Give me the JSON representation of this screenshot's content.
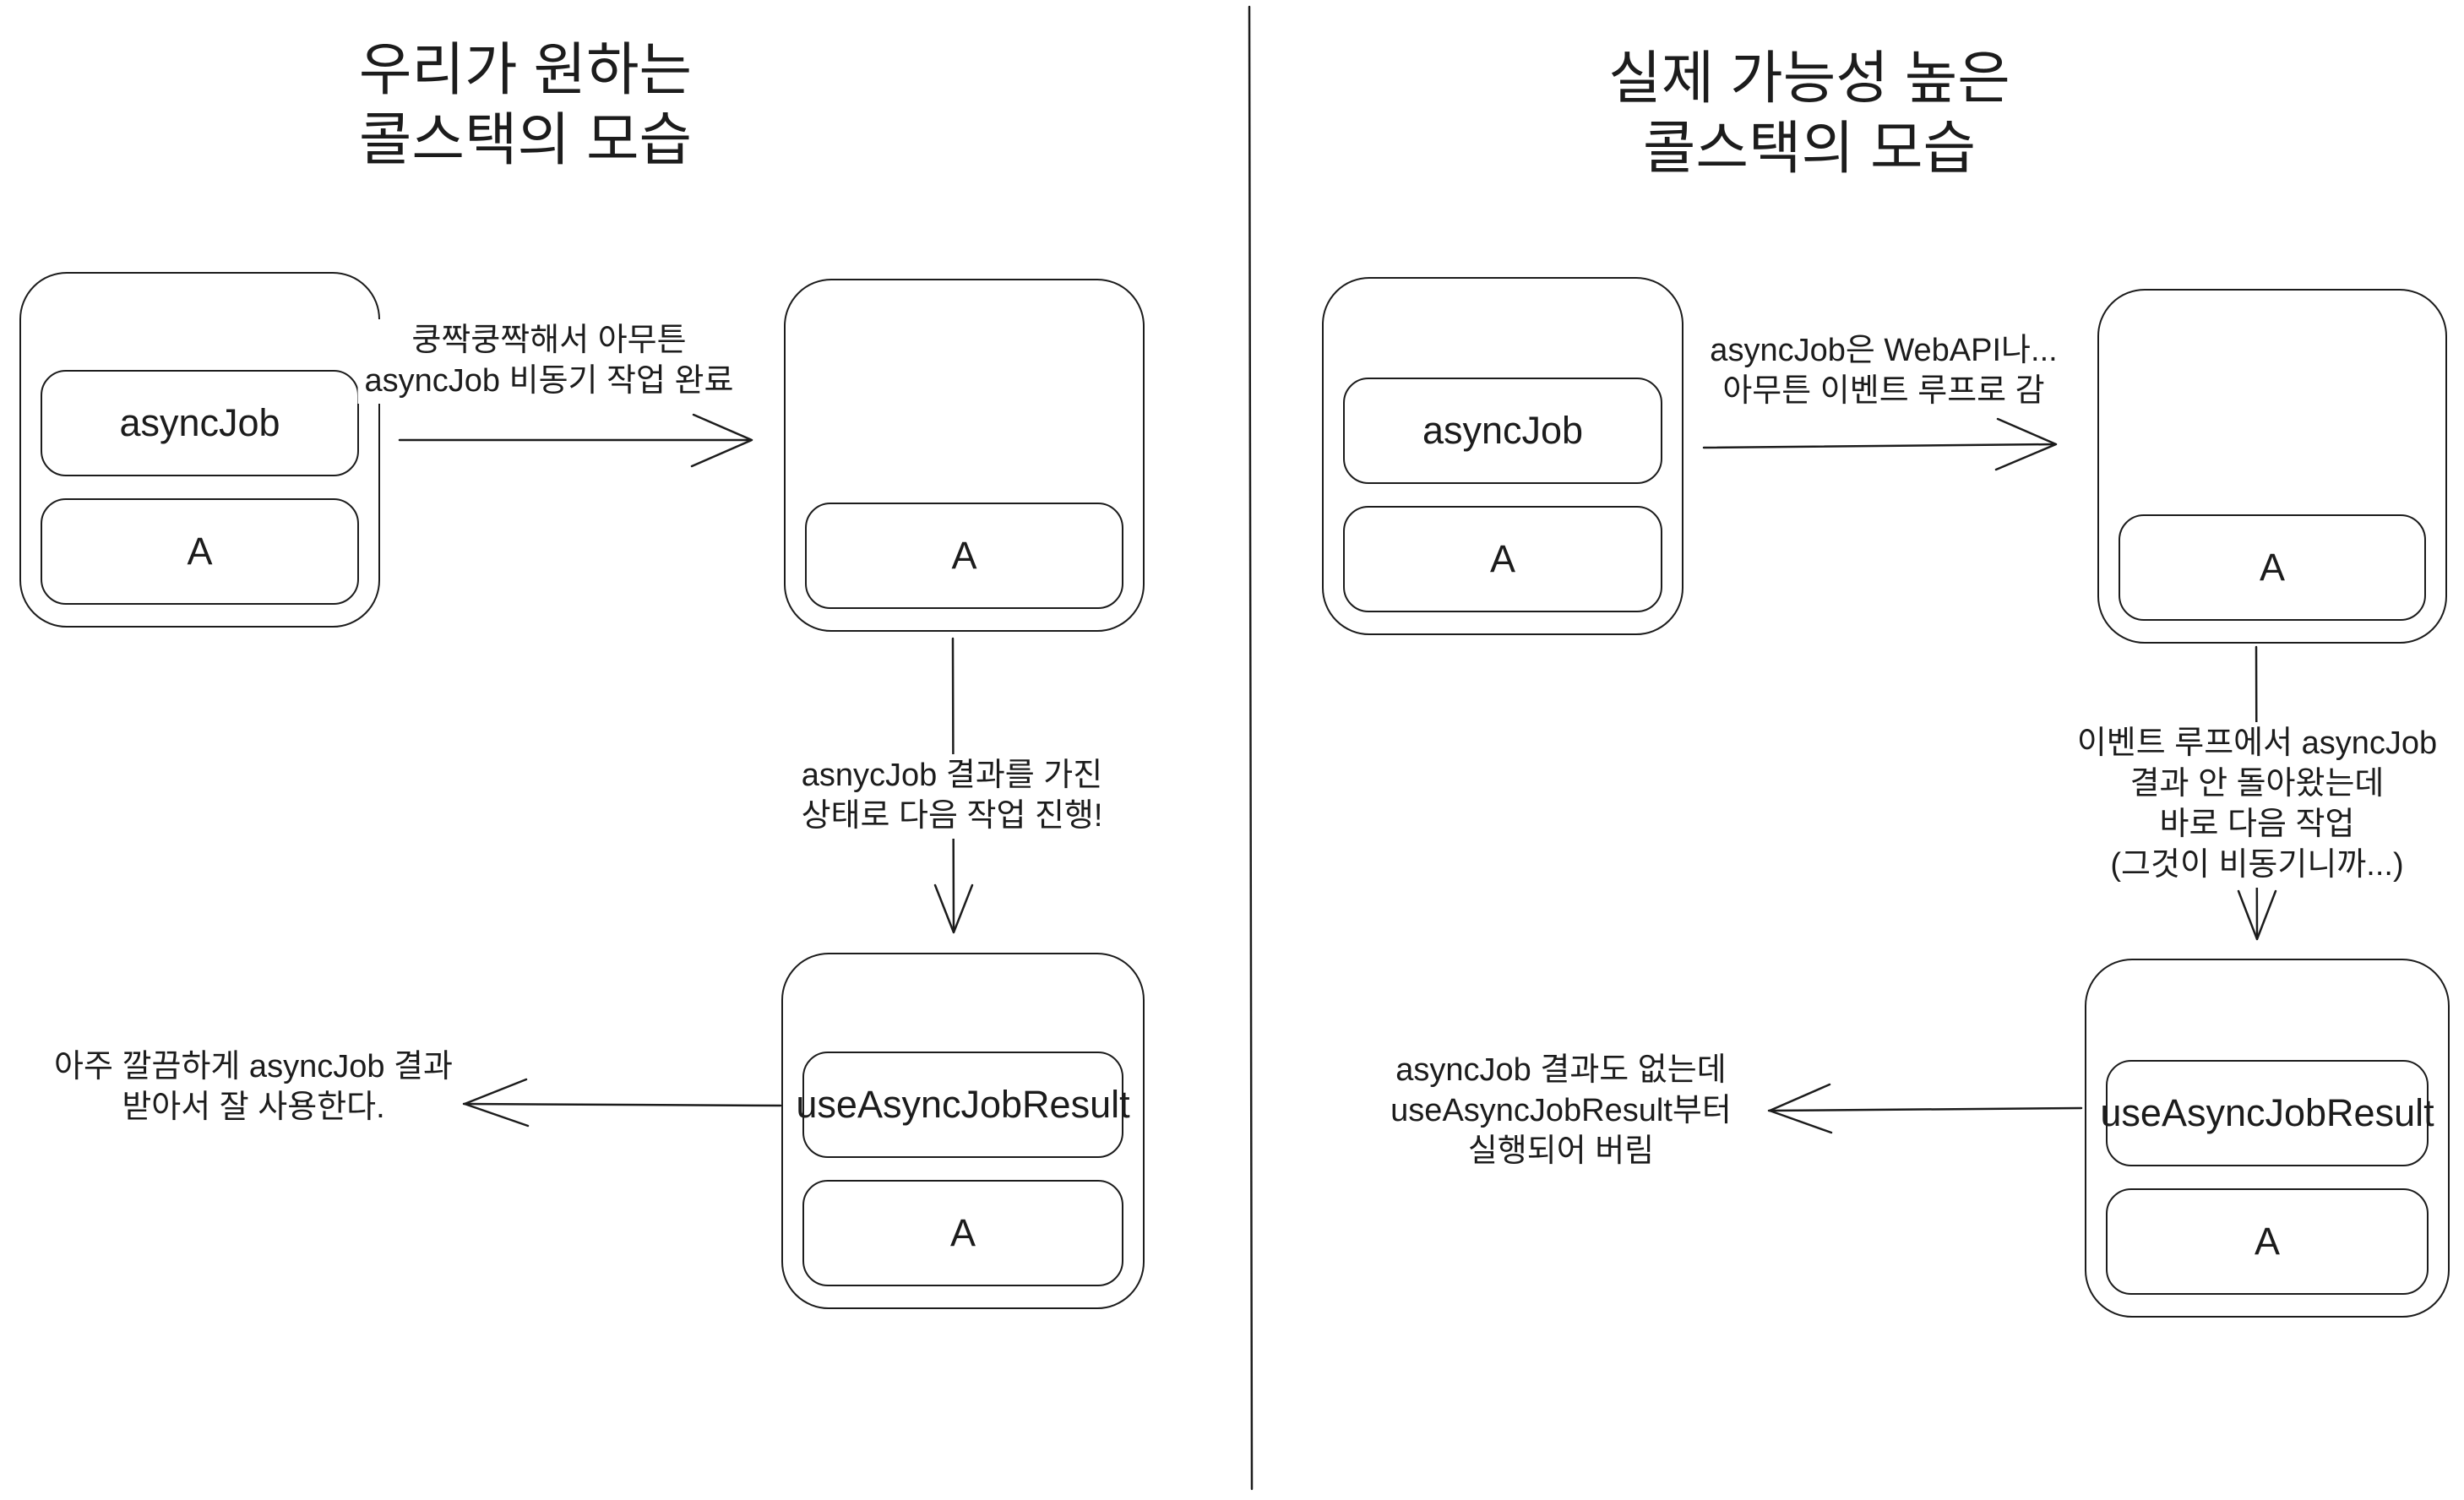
{
  "colors": {
    "ink": "#1c1c1c",
    "background": "#ffffff"
  },
  "left": {
    "title": {
      "line1": "우리가 원하는",
      "line2": "콜스택의 모습"
    },
    "stack_top": {
      "frames": [
        "asyncJob",
        "A"
      ]
    },
    "stack_mid": {
      "frames": [
        "A"
      ]
    },
    "stack_bottom": {
      "frames": [
        "useAsyncJobResult",
        "A"
      ]
    },
    "label_async_done": {
      "line1": "쿵짝쿵짝해서 아무튼",
      "line2": "asyncJob 비동기 작업 완료"
    },
    "label_next_work": {
      "line1": "asnycJob 결과를 가진",
      "line2": "상태로 다음 작업 진행!"
    },
    "label_use_result": {
      "line1": "아주 깔끔하게 asyncJob 결과",
      "line2": "받아서 잘 사용한다."
    }
  },
  "right": {
    "title": {
      "line1": "실제 가능성 높은",
      "line2": "콜스택의 모습"
    },
    "stack_top": {
      "frames": [
        "asyncJob",
        "A"
      ]
    },
    "stack_mid": {
      "frames": [
        "A"
      ]
    },
    "stack_bottom": {
      "frames": [
        "useAsyncJobResult",
        "A"
      ]
    },
    "label_event_loop": {
      "line1": "asyncJob은 WebAPI나...",
      "line2": "아무튼 이벤트 루프로 감"
    },
    "label_no_result": {
      "line1": "이벤트 루프에서 asyncJob",
      "line2": "결과 안 돌아왔는데",
      "line3": "바로 다음 작업",
      "line4": "(그것이 비동기니까...)"
    },
    "label_premature": {
      "line1": "asyncJob 결과도 없는데",
      "line2": "useAsyncJobResult부터",
      "line3": "실행되어 버림"
    }
  }
}
